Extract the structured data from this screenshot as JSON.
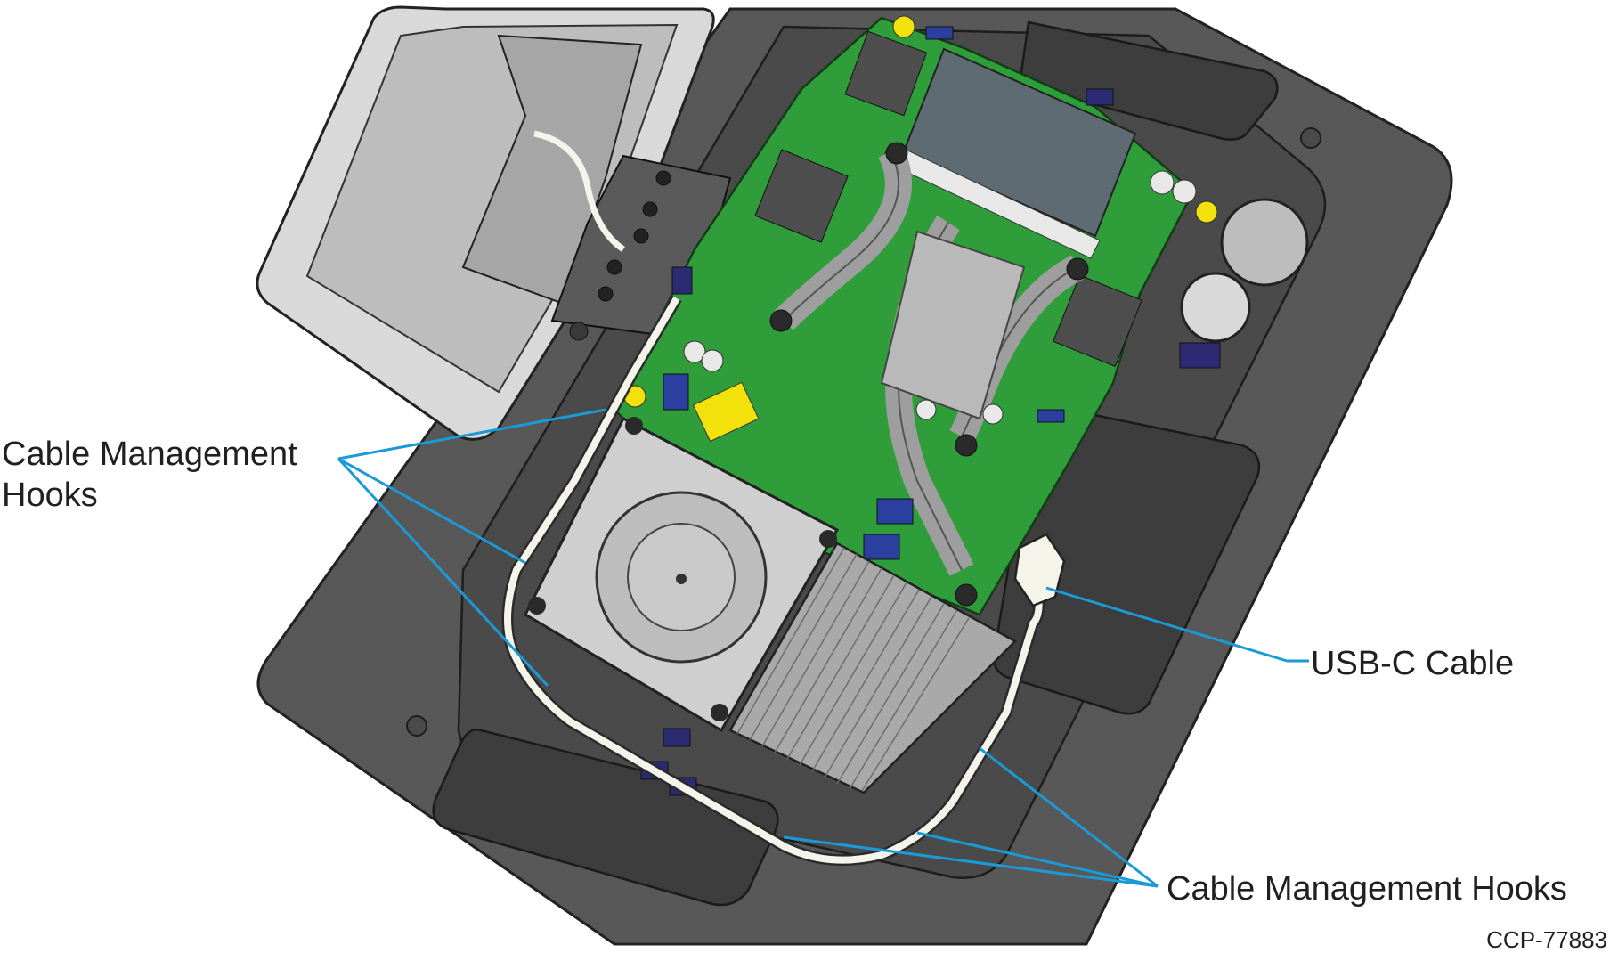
{
  "callouts": {
    "left_hooks_line1": "Cable Management",
    "left_hooks_line2": "Hooks",
    "usbc": "USB-C Cable",
    "bottom_hooks": "Cable Management Hooks"
  },
  "figure_id": "CCP-77883",
  "colors": {
    "housing": "#585858",
    "housing_dark": "#3f3f3f",
    "board": "#2f9e3a",
    "heatsink": "#b9b9b9",
    "fan": "#cfcfcf",
    "cable": "#f4f4ea",
    "leader": "#1a9ad6",
    "connector_yellow": "#f2e10a",
    "connector_blue": "#2a3f9e",
    "clip_purple": "#2b2a73"
  }
}
